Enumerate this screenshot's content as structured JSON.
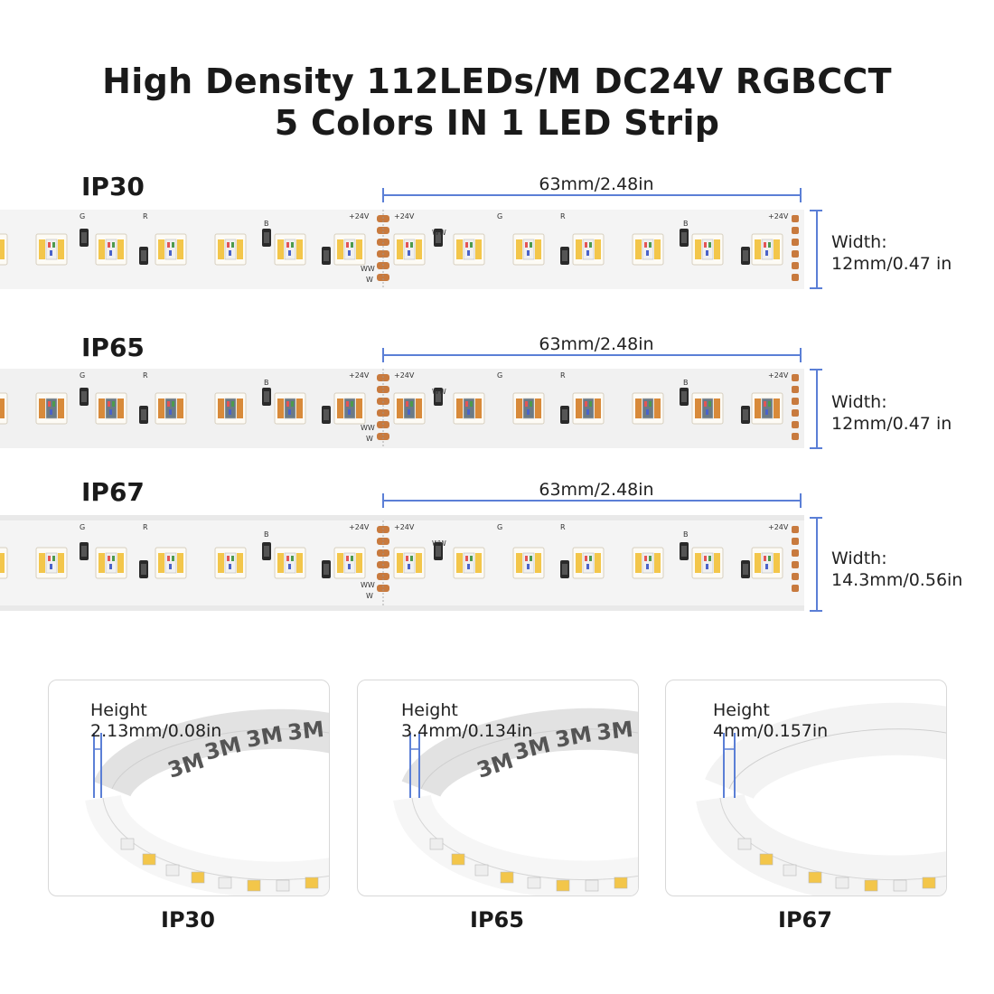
{
  "title": {
    "line1": "High Density 112LEDs/M DC24V RGBCCT",
    "line2": "5 Colors IN 1 LED Strip"
  },
  "strips": [
    {
      "label": "IP30",
      "length_text": "63mm/2.48in",
      "width_label": "Width:",
      "width_value": "12mm/0.47 in"
    },
    {
      "label": "IP65",
      "length_text": "63mm/2.48in",
      "width_label": "Width:",
      "width_value": "12mm/0.47 in"
    },
    {
      "label": "IP67",
      "length_text": "63mm/2.48in",
      "width_label": "Width:",
      "width_value": "14.3mm/0.56in"
    }
  ],
  "pcb_marks": {
    "voltage": "+24V",
    "g": "G",
    "r": "R",
    "b": "B",
    "w": "W",
    "ww": "WW",
    "tape": "3M"
  },
  "cards": [
    {
      "label": "IP30",
      "height_label": "Height",
      "height_value": "2.13mm/0.08in"
    },
    {
      "label": "IP65",
      "height_label": "Height",
      "height_value": "3.4mm/0.134in"
    },
    {
      "label": "IP67",
      "height_label": "Height",
      "height_value": "4mm/0.157in"
    }
  ],
  "colors": {
    "accent": "#5b7fd6",
    "pcb": "#f4f4f4",
    "copper": "#c87a3e",
    "led_warm": "#f3c64a",
    "led_cool": "#f7efd9"
  }
}
